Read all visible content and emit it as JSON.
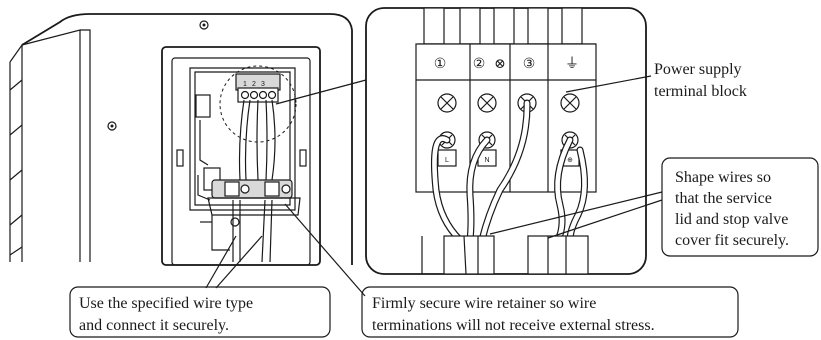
{
  "terminal_block": {
    "terminal_numbers": [
      "①",
      "②",
      "⊗",
      "③",
      "⏚"
    ],
    "wire_marks": [
      "L",
      "N",
      "⊕"
    ]
  },
  "small_block_numbers": [
    "1",
    "2",
    "3"
  ],
  "callouts": {
    "power_supply": [
      "Power supply",
      "terminal block"
    ],
    "shape_wires": [
      "Shape wires so",
      "that the service",
      "lid and stop valve",
      "cover fit securely."
    ],
    "wire_type": [
      "Use the specified wire type",
      "and connect it securely."
    ],
    "wire_retainer": [
      "Firmly secure wire retainer so wire",
      "terminations will not receive external stress."
    ]
  }
}
